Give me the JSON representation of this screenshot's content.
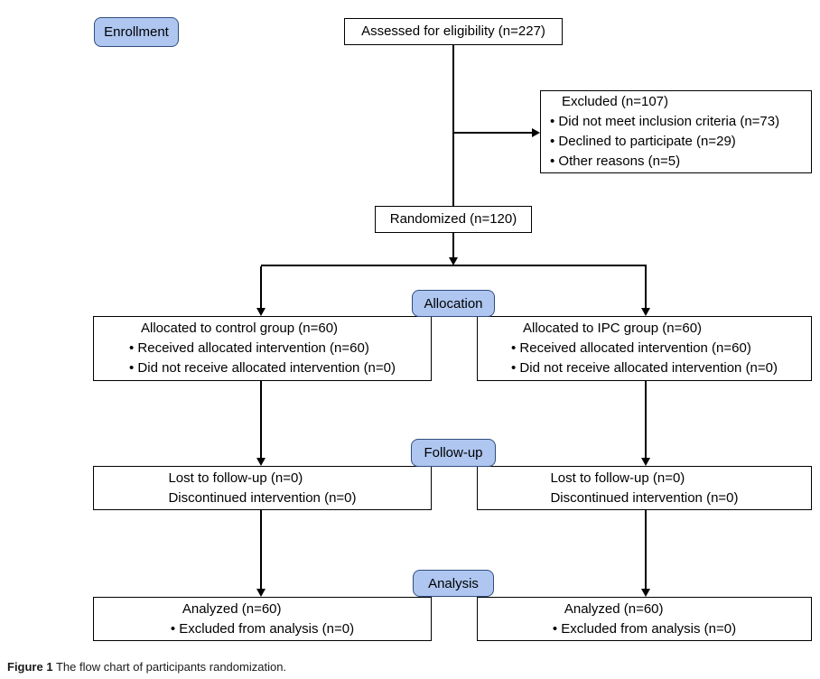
{
  "bullet": "•",
  "stages": {
    "enrollment_label": "Enrollment",
    "allocation_label": "Allocation",
    "followup_label": "Follow-up",
    "analysis_label": "Analysis"
  },
  "boxes": {
    "assessed": {
      "text": "Assessed for eligibility (n=227)"
    },
    "excluded": {
      "title": "Excluded (n=107)",
      "items": [
        "Did not meet inclusion criteria (n=73)",
        "Declined to participate (n=29)",
        "Other reasons (n=5)"
      ]
    },
    "randomized": {
      "text": "Randomized (n=120)"
    },
    "alloc_left": {
      "title": "Allocated to control group (n=60)",
      "items": [
        "Received allocated intervention (n=60)",
        "Did not receive allocated intervention (n=0)"
      ]
    },
    "alloc_right": {
      "title": "Allocated to IPC group (n=60)",
      "items": [
        "Received allocated intervention (n=60)",
        "Did not receive allocated intervention (n=0)"
      ]
    },
    "followup_left": {
      "lines": [
        "Lost to follow-up (n=0)",
        "Discontinued intervention (n=0)"
      ]
    },
    "followup_right": {
      "lines": [
        "Lost to follow-up (n=0)",
        "Discontinued intervention (n=0)"
      ]
    },
    "analysis_left": {
      "title": "Analyzed (n=60)",
      "items": [
        "Excluded from analysis (n=0)"
      ]
    },
    "analysis_right": {
      "title": "Analyzed (n=60)",
      "items": [
        "Excluded from analysis (n=0)"
      ]
    }
  },
  "caption": {
    "label": "Figure 1",
    "text": "The flow chart of participants randomization."
  },
  "colors": {
    "stage_fill": "#aec6f0",
    "stage_border": "#2f4e7d",
    "box_border": "#000000"
  }
}
